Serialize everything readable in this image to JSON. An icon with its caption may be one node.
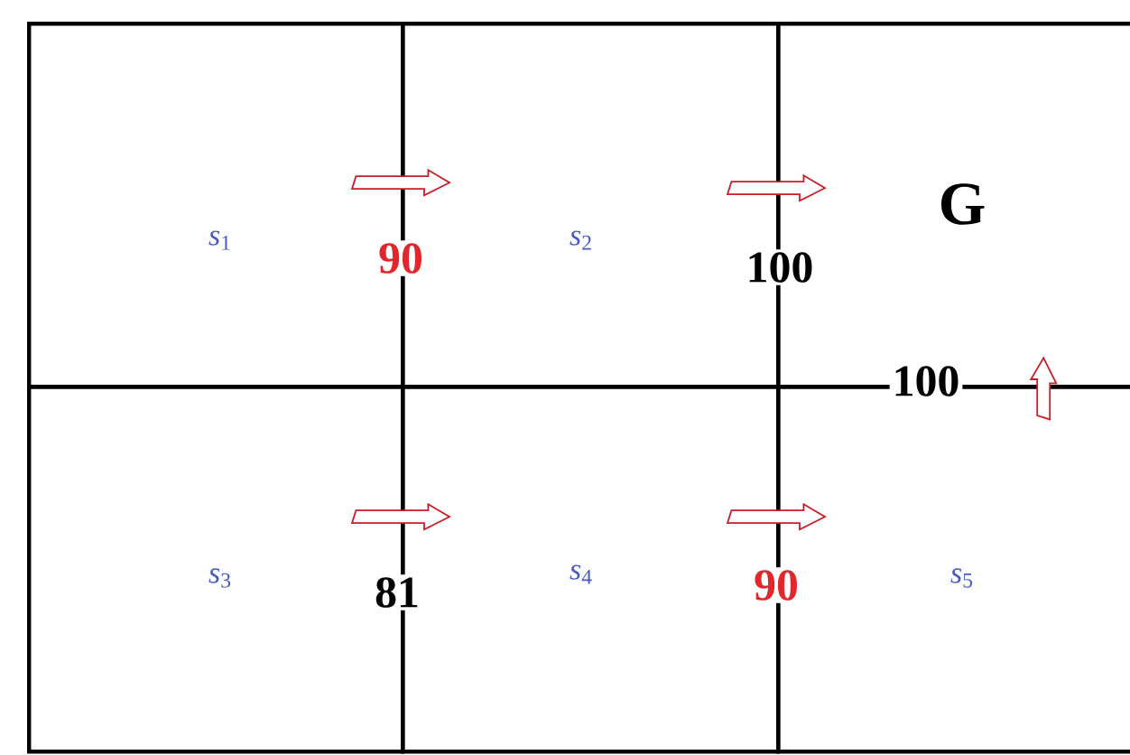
{
  "diagram": {
    "nodes": [
      {
        "text": [
          "*s*$_{1}$"
        ]
      },
      {
        "text": [
          "*s*$_{2}$"
        ]
      },
      {
        "text": [
          "G"
        ]
      },
      {
        "text": [
          "*s*$_{3}$"
        ]
      },
      {
        "text": [
          "*s*$_{4}$"
        ]
      },
      {
        "text": [
          "*s*$_{5}$"
        ]
      }
    ],
    "edges": [
      {
        "from": 0,
        "to": 1,
        "arrow": "to",
        "label": "90"
      },
      {
        "from": 1,
        "to": 2,
        "arrow": "to",
        "label": "100"
      },
      {
        "from": 5,
        "to": 2,
        "arrow": "to",
        "label": "100"
      },
      {
        "from": 3,
        "to": 4,
        "arrow": "to",
        "label": "81"
      },
      {
        "from": 4,
        "to": 5,
        "arrow": "to",
        "label": "90"
      }
    ]
  }
}
